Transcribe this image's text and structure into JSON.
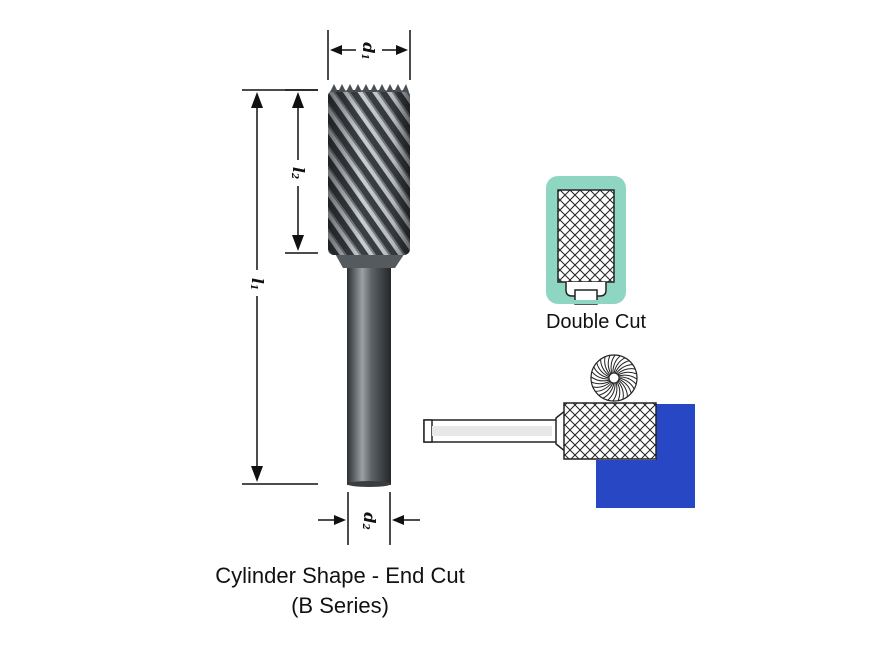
{
  "dimensions": {
    "d1": {
      "letter": "d",
      "sub": "1"
    },
    "d2": {
      "letter": "d",
      "sub": "2"
    },
    "l1": {
      "letter": "l",
      "sub": "1"
    },
    "l2": {
      "letter": "l",
      "sub": "2"
    }
  },
  "inset": {
    "cut_label": "Double Cut",
    "badge_color": "#8fd6c2",
    "work_block_color": "#2747c4"
  },
  "caption": {
    "line1": "Cylinder Shape - End Cut",
    "line2": "(B Series)"
  }
}
